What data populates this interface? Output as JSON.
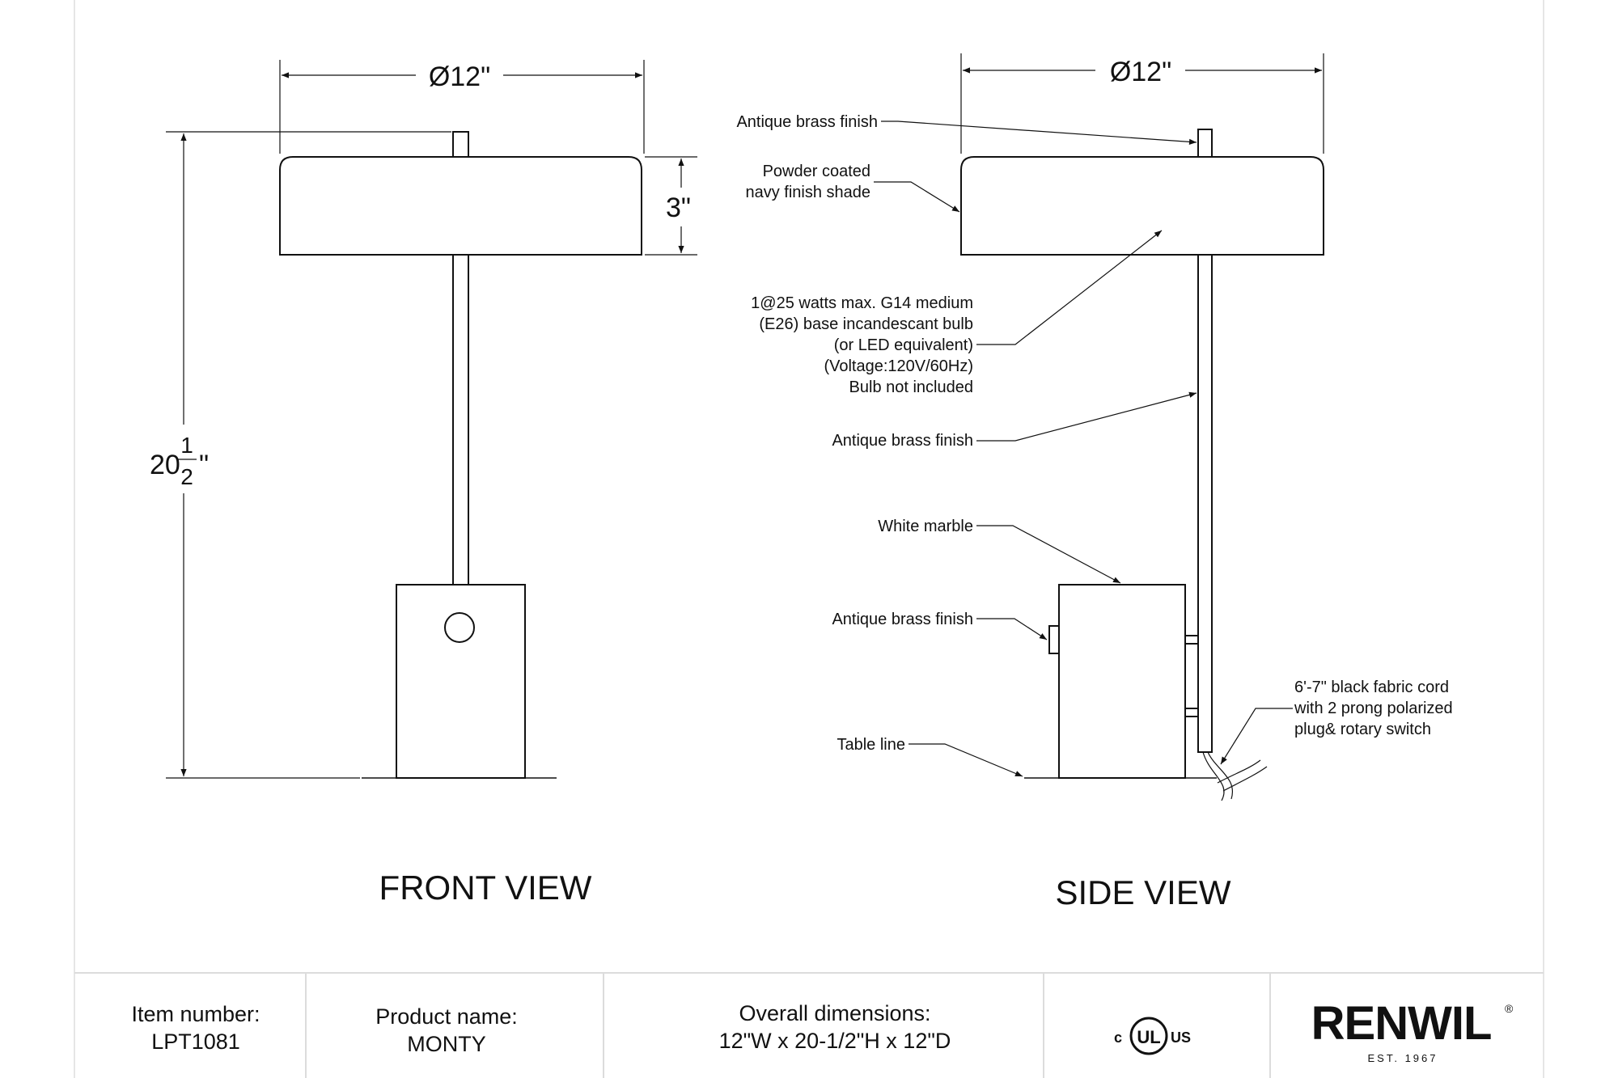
{
  "front_view": {
    "title": "FRONT VIEW",
    "width_dim": "Ø12\"",
    "height_dim_whole": "20",
    "height_dim_num": "1",
    "height_dim_den": "2",
    "height_dim_unit": "\"",
    "shade_dim": "3\""
  },
  "side_view": {
    "title": "SIDE VIEW",
    "width_dim": "Ø12\"",
    "callouts": {
      "finial": "Antique brass finish",
      "shade": [
        "Powder coated",
        "navy finish shade"
      ],
      "bulb": [
        "1@25 watts max. G14 medium",
        "(E26) base incandescant bulb",
        "(or LED equivalent)",
        "(Voltage:120V/60Hz)",
        "Bulb not included"
      ],
      "stem": "Antique brass finish",
      "base": "White marble",
      "switch": "Antique brass finish",
      "cord": [
        "6'-7\" black fabric cord",
        "with 2 prong polarized",
        "plug& rotary switch"
      ],
      "table": "Table line"
    }
  },
  "title_block": {
    "item_label": "Item number:",
    "item_value": "LPT1081",
    "product_label": "Product name:",
    "product_value": "MONTY",
    "dims_label": "Overall dimensions:",
    "dims_value": "12\"W x 20-1/2\"H x 12\"D",
    "cert_left": "c",
    "cert_mid": "UL",
    "cert_right": "US",
    "brand": "RENWIL",
    "brand_mark": "®",
    "brand_est": "EST. 1967"
  },
  "colors": {
    "line": "#111111",
    "background": "#ffffff",
    "border": "#e4e4e4"
  }
}
